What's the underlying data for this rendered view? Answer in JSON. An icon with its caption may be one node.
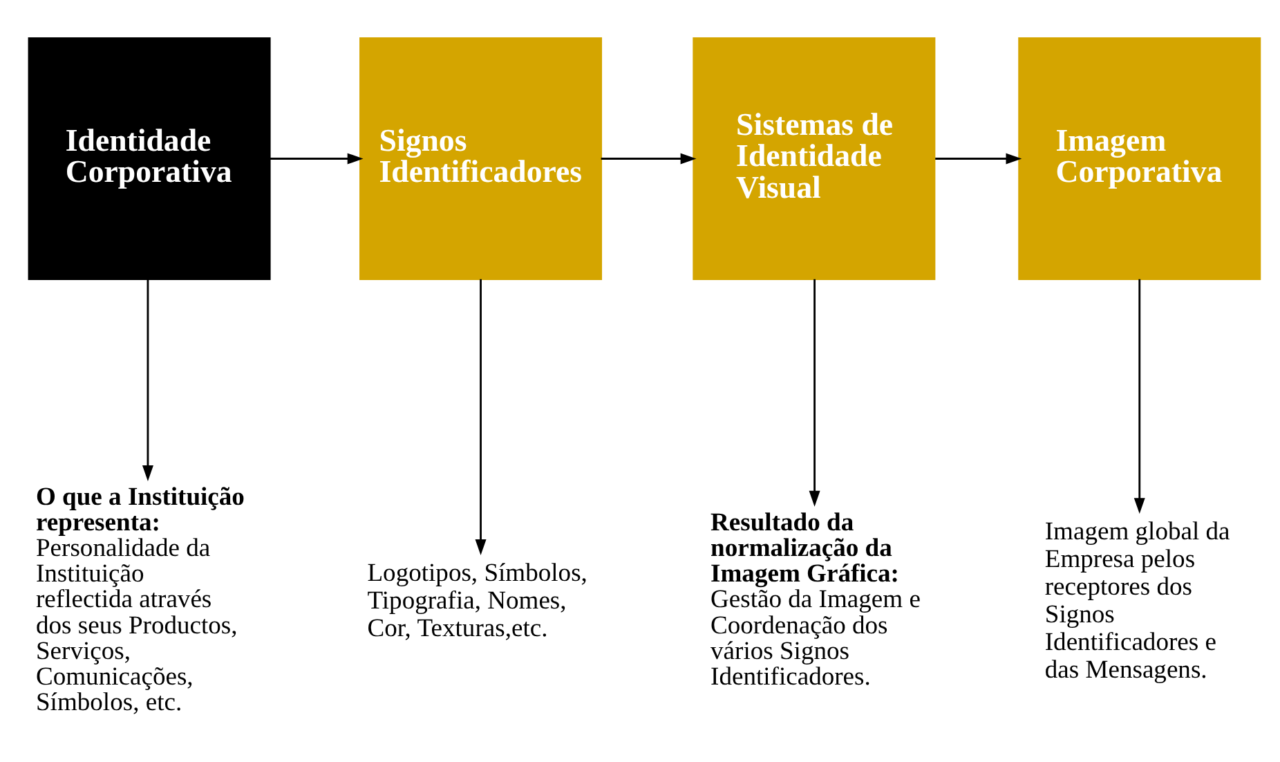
{
  "diagram": {
    "nodes": [
      {
        "text": [
          "Identidade Corporativa"
        ]
      },
      {
        "text": [
          "Signos Identificadores"
        ]
      },
      {
        "text": [
          "Sistemas de Identidade Visual"
        ]
      },
      {
        "text": [
          "Imagem Corporativa"
        ]
      },
      {
        "text": [
          "O que a Instituição representa:",
          "Personalidade da Instituição reflectida através dos seus Productos, Serviços, Comunicações, Símbolos, etc."
        ]
      },
      {
        "text": [
          "Logotipos, Símbolos, Tipografia, Nomes, Cor, Texturas,etc."
        ]
      },
      {
        "text": [
          "Resultado da normalização da Imagem Gráfica:",
          "Gestão da Imagem e Coordenação dos vários Signos Identificadores."
        ]
      },
      {
        "text": [
          "Imagem global da Empresa pelos receptores dos Signos Identificadores e das Mensagens."
        ]
      }
    ],
    "edges": [
      {
        "from": 0,
        "to": 1,
        "arrow": "to"
      },
      {
        "from": 1,
        "to": 2,
        "arrow": "to"
      },
      {
        "from": 2,
        "to": 3,
        "arrow": "to"
      },
      {
        "from": 0,
        "to": 4,
        "arrow": "to"
      },
      {
        "from": 1,
        "to": 5,
        "arrow": "to"
      },
      {
        "from": 2,
        "to": 6,
        "arrow": "to"
      },
      {
        "from": 3,
        "to": 7,
        "arrow": "to"
      }
    ]
  }
}
